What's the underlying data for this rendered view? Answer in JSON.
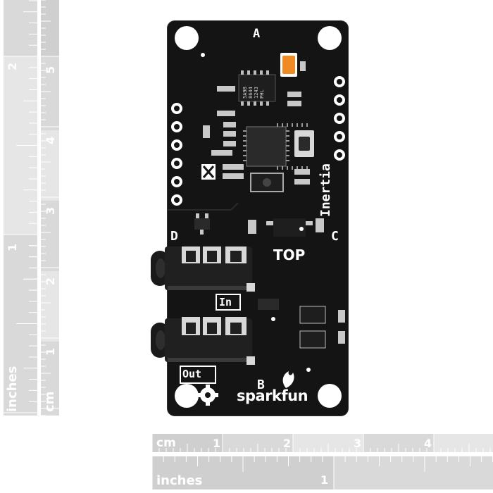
{
  "rulers": {
    "vertical_inches": {
      "unit_label": "inches",
      "numbers": [
        "2",
        "1"
      ]
    },
    "vertical_cm": {
      "unit_label": "cm",
      "numbers": [
        "5",
        "4",
        "3",
        "2",
        "1"
      ]
    },
    "horizontal_cm": {
      "unit_label": "cm",
      "numbers": [
        "1",
        "2",
        "3",
        "4"
      ]
    },
    "horizontal_inches": {
      "unit_label": "inches",
      "numbers": [
        "1"
      ]
    }
  },
  "board": {
    "corner_labels": {
      "a": "A",
      "b": "B",
      "c": "C",
      "d": "D"
    },
    "product_label": "Inertia",
    "top_label": "TOP",
    "jack_in_label": "In",
    "jack_out_label": "Out",
    "brand": "sparkfun",
    "chip_marking_lines": [
      "5A9B",
      "8644",
      "1243",
      "PHL"
    ],
    "colors": {
      "pcb": "#141414",
      "silkscreen": "#ffffff",
      "capacitor": "#f08a24",
      "jack": "#1e1e1e"
    }
  }
}
